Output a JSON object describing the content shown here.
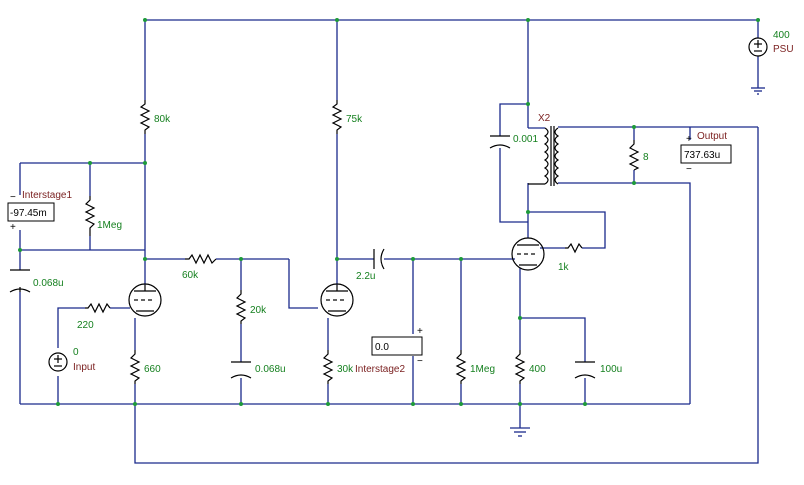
{
  "components": {
    "r_80k": "80k",
    "r_75k": "75k",
    "r_1meg_a": "1Meg",
    "r_60k": "60k",
    "r_220": "220",
    "r_660": "660",
    "r_20k": "20k",
    "r_30k": "30k",
    "r_1meg_b": "1Meg",
    "r_400": "400",
    "r_1k": "1k",
    "r_8": "8",
    "c_0068a": "0.068u",
    "c_0068b": "0.068u",
    "c_22": "2.2u",
    "c_0001": "0.001",
    "c_100u": "100u",
    "transformer": "X2"
  },
  "sources": {
    "psu_value": "400",
    "psu_name": "PSU",
    "input_value": "0",
    "input_name": "Input"
  },
  "meters": {
    "interstage1": {
      "name": "Interstage1",
      "reading": "-97.45m"
    },
    "interstage2": {
      "name": "Interstage2",
      "reading": "0.0"
    },
    "output": {
      "name": "Output",
      "reading": "737.63u"
    }
  },
  "colors": {
    "wire": "#1a2a8c",
    "node": "#1d9a3a",
    "value_label": "#15801f",
    "device_label": "#7a1f1f"
  }
}
